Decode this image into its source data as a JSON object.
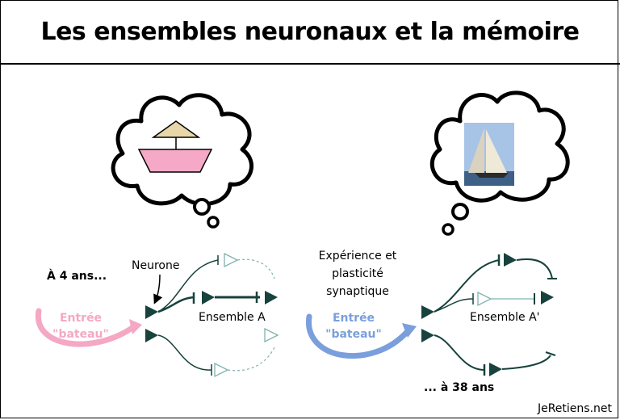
{
  "title": "Les ensembles neuronaux et la mémoire",
  "left_panel": {
    "age_label": "À 4 ans...",
    "neuron_label": "Neurone",
    "input_line1": "Entrée",
    "input_line2": "\"bateau\"",
    "ensemble_label": "Ensemble A",
    "input_color": "#f4a8c4",
    "boat_hull_color": "#f5a9c7",
    "boat_sail_color": "#e8d7a8"
  },
  "right_panel": {
    "experience_line1": "Expérience et",
    "experience_line2": "plasticité",
    "experience_line3": "synaptique",
    "input_line1": "Entrée",
    "input_line2": "\"bateau\"",
    "ensemble_label": "Ensemble A'",
    "age_label": "... à 38 ans",
    "input_color": "#7a9fdc"
  },
  "neuron_color": "#17423d",
  "faded_neuron_color": "#7fb3ad",
  "credit": "JeRetiens.net"
}
